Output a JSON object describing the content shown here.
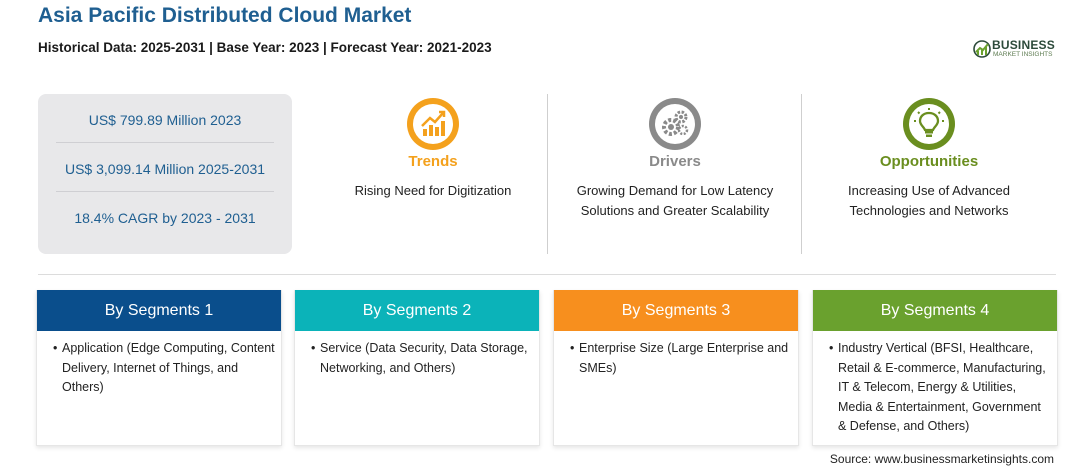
{
  "header": {
    "title": "Asia Pacific Distributed Cloud Market",
    "subtitle": "Historical Data: 2025-2031 | Base Year: 2023 | Forecast Year: 2021-2023"
  },
  "logo": {
    "name": "BUSINESS",
    "tagline": "MARKET INSIGHTS"
  },
  "stats": [
    {
      "text": "US$ 799.89 Million 2023"
    },
    {
      "text": "US$ 3,099.14 Million 2025-2031"
    },
    {
      "text": "18.4% CAGR by 2023 - 2031"
    }
  ],
  "factors": [
    {
      "label": "Trends",
      "text": "Rising Need for Digitization",
      "icon": "trend-chart-icon",
      "color": "#f4a11d"
    },
    {
      "label": "Drivers",
      "text": "Growing Demand for Low Latency Solutions and Greater Scalability",
      "icon": "gears-icon",
      "color": "#8a8a8a"
    },
    {
      "label": "Opportunities",
      "text": "Increasing Use of Advanced Technologies and Networks",
      "icon": "lightbulb-icon",
      "color": "#6a8e1f"
    }
  ],
  "segments": [
    {
      "title": "By Segments 1",
      "bullet": "•",
      "text": "Application (Edge Computing, Content Delivery, Internet of Things, and Others)",
      "color": "#0a4e8c"
    },
    {
      "title": "By Segments 2",
      "bullet": "•",
      "text": "Service (Data Security, Data Storage, Networking, and Others)",
      "color": "#0bb3b9"
    },
    {
      "title": "By Segments 3",
      "bullet": "•",
      "text": "Enterprise Size (Large Enterprise and SMEs)",
      "color": "#f78f1e"
    },
    {
      "title": "By Segments 4",
      "bullet": "•",
      "text": "Industry Vertical (BFSI, Healthcare, Retail & E-commerce, Manufacturing, IT & Telecom, Energy & Utilities, Media & Entertainment, Government & Defense, and Others)",
      "color": "#6aa12e"
    }
  ],
  "source": "Source: www.businessmarketinsights.com"
}
